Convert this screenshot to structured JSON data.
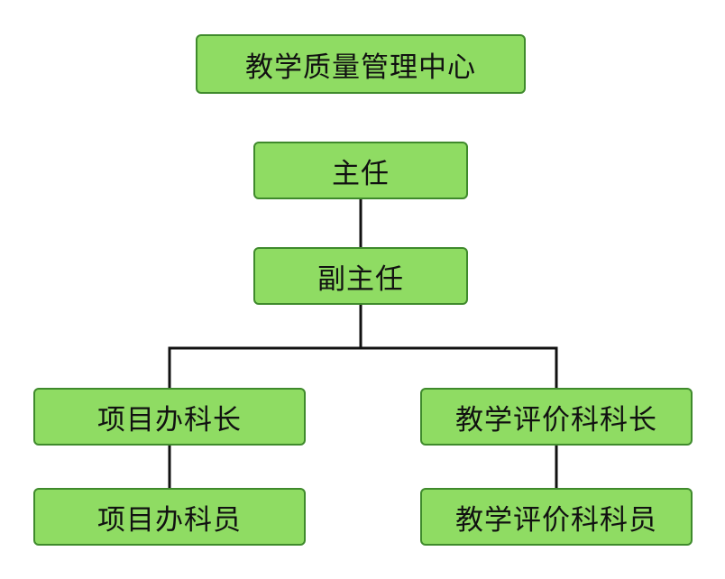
{
  "org_chart": {
    "center": "教学质量管理中心",
    "director": "主任",
    "deputy_director": "副主任",
    "project_office_head": "项目办科长",
    "project_office_staff": "项目办科员",
    "evaluation_head": "教学评价科科长",
    "evaluation_staff": "教学评价科科员"
  },
  "colors": {
    "node_fill": "#8fdc63",
    "node_border": "#3f8a2c",
    "connector": "#111111"
  }
}
